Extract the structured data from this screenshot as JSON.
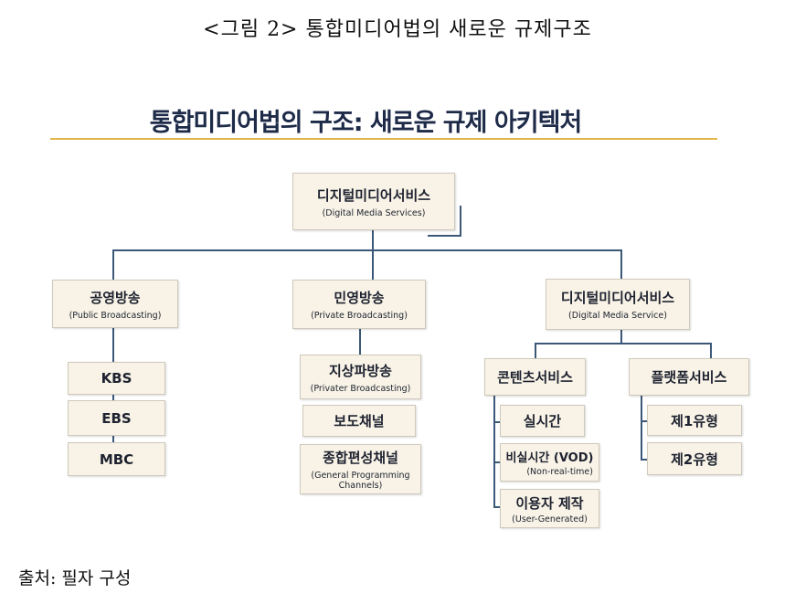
{
  "caption": "<그림 2> 통합미디어법의 새로운 규제구조",
  "title": "통합미디어법의 구조: 새로운 규제 아키텍처",
  "root": {
    "ko": "디지털미디어서비스",
    "en": "(Digital Media Services)"
  },
  "level2": [
    {
      "ko": "공영방송",
      "en": "(Public Broadcasting)"
    },
    {
      "ko": "민영방송",
      "en": "(Private Broadcasting)"
    },
    {
      "ko": "디지털미디어서비스",
      "en": "(Digital Media Service)"
    }
  ],
  "public": [
    "KBS",
    "EBS",
    "MBC"
  ],
  "private": [
    {
      "ko": "지상파방송",
      "en": "(Privater Broadcasting)"
    },
    {
      "ko": "보도채널"
    },
    {
      "ko": "종합편성채널",
      "en": "(General Programming Channels)"
    }
  ],
  "digital": {
    "content": {
      "ko": "콘텐츠서비스",
      "items": [
        {
          "ko": "실시간"
        },
        {
          "ko": "비실시간 (VOD)",
          "en": "(Non-real-time)"
        },
        {
          "ko": "이용자 제작",
          "en": "(User-Generated)"
        }
      ]
    },
    "platform": {
      "ko": "플랫폼서비스",
      "items": [
        {
          "ko": "제1유형"
        },
        {
          "ko": "제2유형"
        }
      ]
    }
  },
  "footer": "출처: 필자 구성"
}
